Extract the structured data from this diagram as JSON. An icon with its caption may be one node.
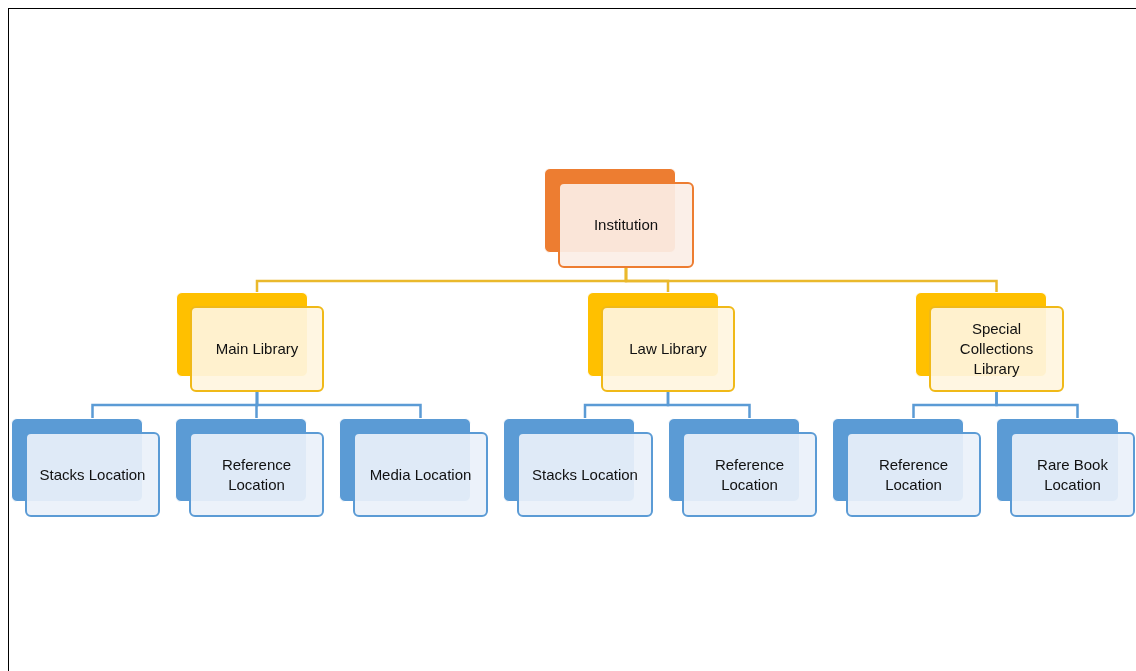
{
  "diagram": {
    "nodes": [
      {
        "text": [
          "Institution"
        ]
      },
      {
        "text": [
          "Main Library"
        ]
      },
      {
        "text": [
          "Law Library"
        ]
      },
      {
        "text": [
          "Special Collections Library"
        ]
      },
      {
        "text": [
          "Stacks Location"
        ]
      },
      {
        "text": [
          "Reference Location"
        ]
      },
      {
        "text": [
          "Media Location"
        ]
      },
      {
        "text": [
          "Stacks Location"
        ]
      },
      {
        "text": [
          "Reference Location"
        ]
      },
      {
        "text": [
          "Reference Location"
        ]
      },
      {
        "text": [
          "Rare Book Location"
        ]
      }
    ],
    "edges": [
      {
        "from": 0,
        "to": 1,
        "arrow": "none",
        "color": "#eab92c"
      },
      {
        "from": 0,
        "to": 2,
        "arrow": "none",
        "color": "#eab92c"
      },
      {
        "from": 0,
        "to": 3,
        "arrow": "none",
        "color": "#eab92c"
      },
      {
        "from": 1,
        "to": 4,
        "arrow": "none"
      },
      {
        "from": 1,
        "to": 5,
        "arrow": "none"
      },
      {
        "from": 1,
        "to": 6,
        "arrow": "none"
      },
      {
        "from": 2,
        "to": 7,
        "arrow": "none"
      },
      {
        "from": 2,
        "to": 8,
        "arrow": "none"
      },
      {
        "from": 3,
        "to": 9,
        "arrow": "none"
      },
      {
        "from": 3,
        "to": 10,
        "arrow": "none"
      }
    ]
  }
}
